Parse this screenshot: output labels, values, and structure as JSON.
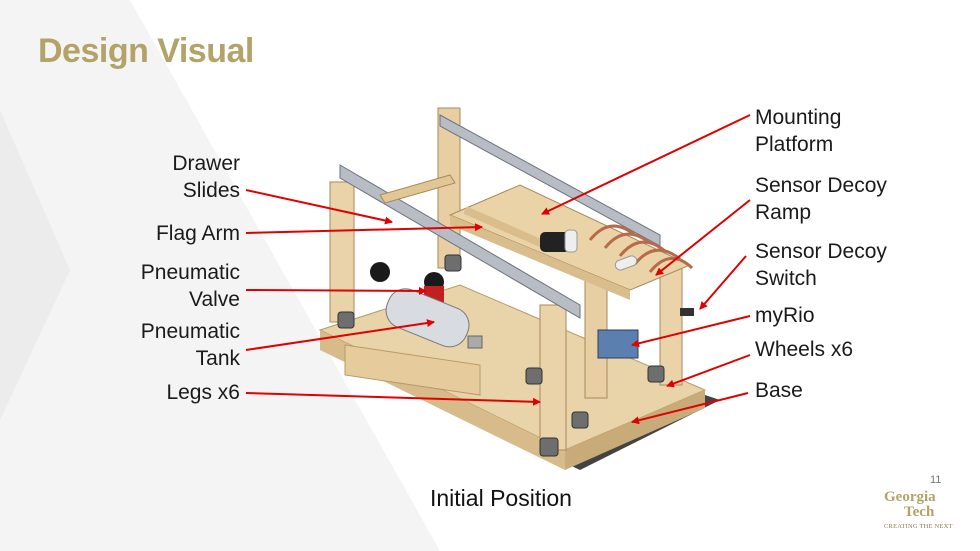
{
  "slide": {
    "title": "Design Visual",
    "caption": "Initial Position",
    "page_number": "11"
  },
  "labels_left": [
    {
      "id": "drawer-slides",
      "text": "Drawer\nSlides"
    },
    {
      "id": "flag-arm",
      "text": "Flag Arm"
    },
    {
      "id": "pneumatic-valve",
      "text": "Pneumatic\nValve"
    },
    {
      "id": "pneumatic-tank",
      "text": "Pneumatic\nTank"
    },
    {
      "id": "legs",
      "text": "Legs x6"
    }
  ],
  "labels_right": [
    {
      "id": "mounting-platform",
      "text": "Mounting\nPlatform"
    },
    {
      "id": "sensor-decoy-ramp",
      "text": "Sensor Decoy\nRamp"
    },
    {
      "id": "sensor-decoy-switch",
      "text": "Sensor Decoy\nSwitch"
    },
    {
      "id": "myrio",
      "text": "myRio"
    },
    {
      "id": "wheels",
      "text": "Wheels x6"
    },
    {
      "id": "base",
      "text": "Base"
    }
  ],
  "logo": {
    "name_line1": "Georgia",
    "name_line2": "Tech",
    "tagline": "CREATING THE NEXT"
  },
  "colors": {
    "title": "#B3A369",
    "arrow": "#E00000",
    "wood": "#E8CFA3",
    "metal": "#B8BCC4"
  }
}
